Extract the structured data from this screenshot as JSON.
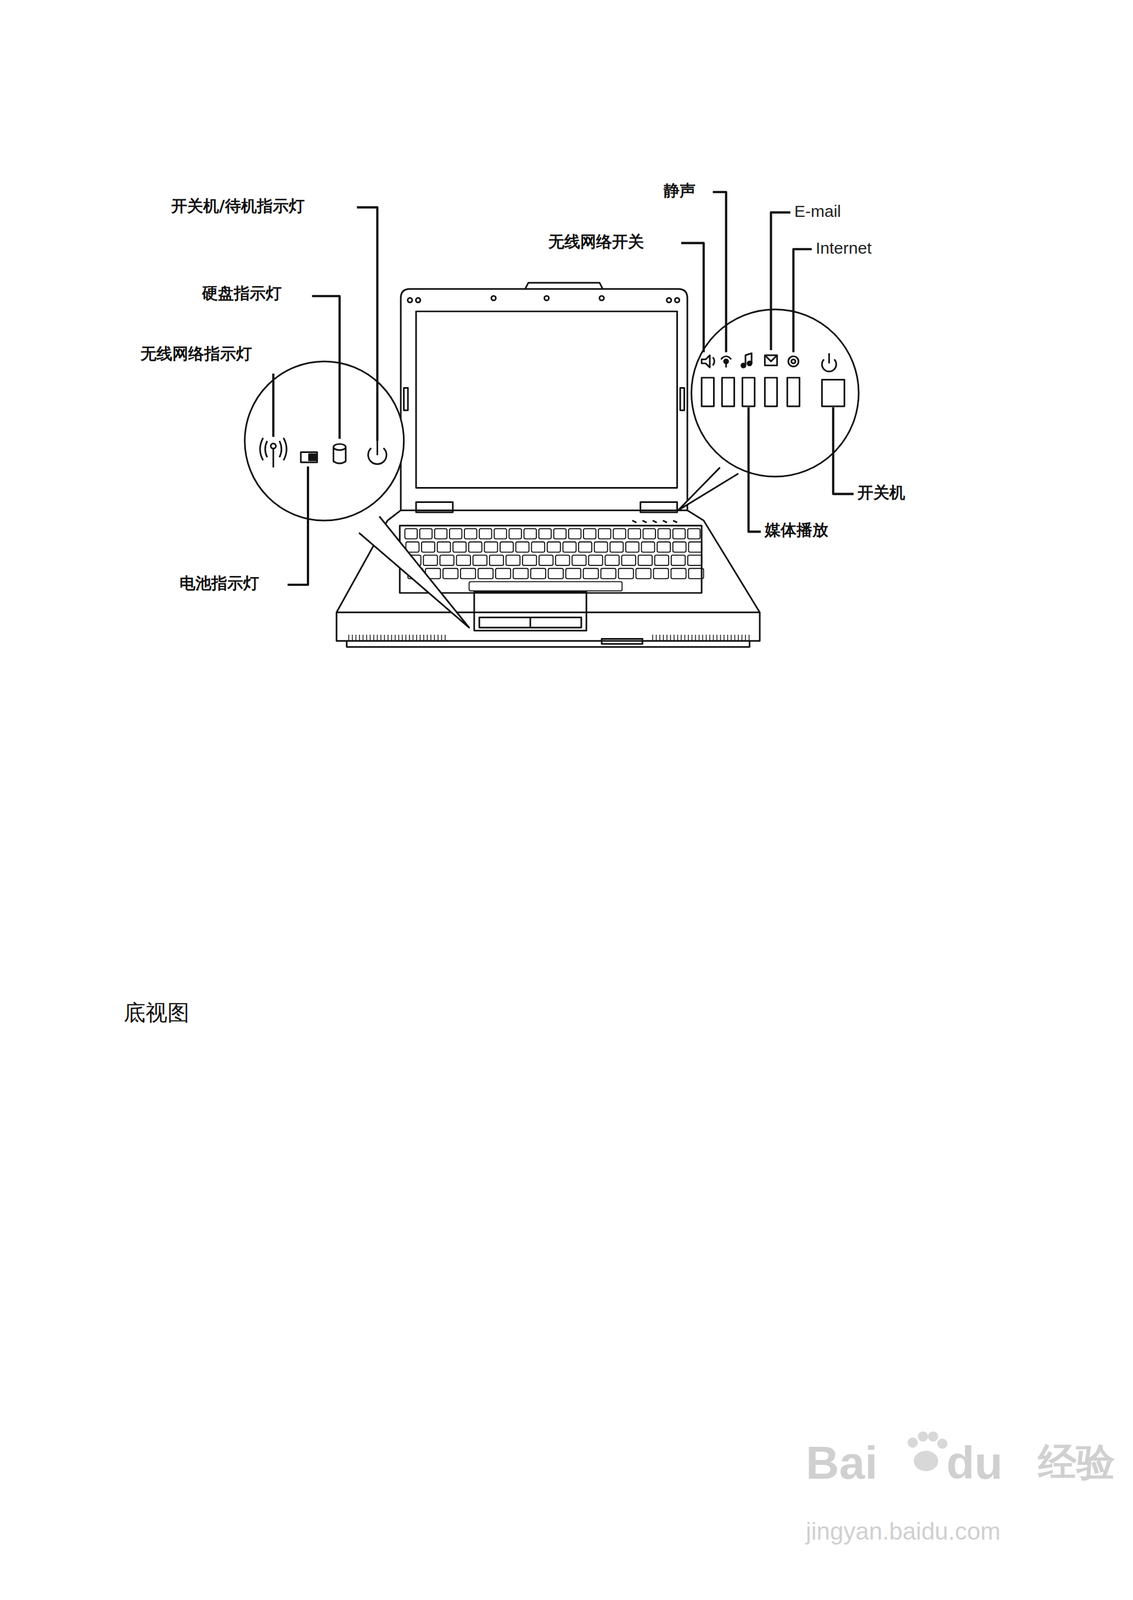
{
  "diagram": {
    "labels": [
      "开关机/待机指示灯",
      "硬盘指示灯",
      "无线网络指示灯",
      "电池指示灯",
      "静声",
      "E-mail",
      "无线网络开关",
      "Internet",
      "开关机",
      "媒体播放",
      "底视图",
      "Bai",
      "du",
      "经验",
      "jingyan.baidu.com"
    ]
  }
}
